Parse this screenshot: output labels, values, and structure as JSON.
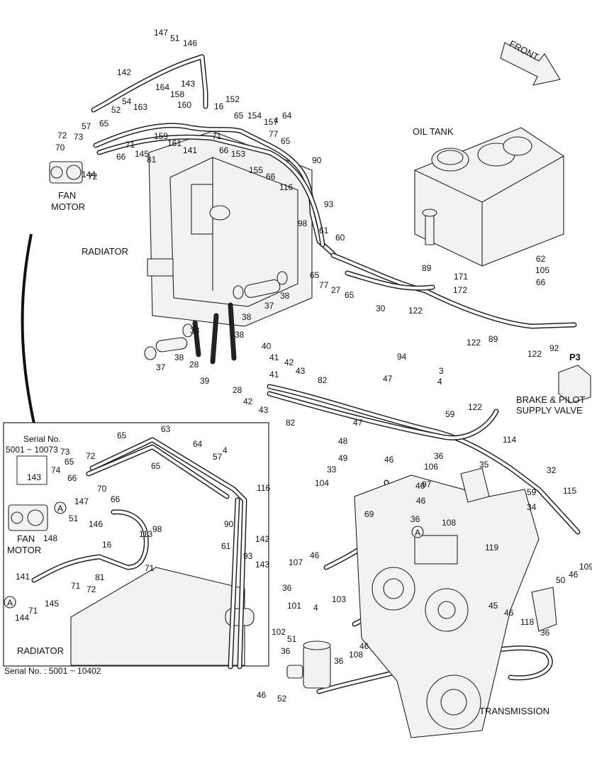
{
  "labels": {
    "front": "FRONT",
    "oil_tank": "OIL TANK",
    "radiator": "RADIATOR",
    "fan_motor_l1": "FAN",
    "fan_motor_l2": "MOTOR",
    "brake_valve_l1": "BRAKE & PILOT",
    "brake_valve_l2": "SUPPLY VALVE",
    "port_p3": "P3",
    "transmission": "TRANSMISSION",
    "inset_serial_l1": "Serial No.",
    "inset_serial_l2": "5001 ~ 10073",
    "inset_fan_l1": "FAN",
    "inset_fan_l2": "MOTOR",
    "inset_radiator": "RADIATOR",
    "inset_footer": "Serial No. : 5001 ~ 10402",
    "inset_box_part": "143",
    "marker_a": "A"
  },
  "callouts": [
    "147",
    "51",
    "146",
    "142",
    "164",
    "158",
    "143",
    "152",
    "16",
    "54",
    "163",
    "160",
    "52",
    "57",
    "65",
    "72",
    "73",
    "70",
    "66",
    "71",
    "145",
    "144",
    "72",
    "159",
    "161",
    "81",
    "141",
    "71",
    "66",
    "153",
    "65",
    "154",
    "157",
    "4",
    "64",
    "77",
    "65",
    "155",
    "66",
    "90",
    "116",
    "93",
    "98",
    "61",
    "60",
    "65",
    "77",
    "27",
    "65",
    "30",
    "89",
    "122",
    "171",
    "172",
    "62",
    "105",
    "66",
    "122",
    "89",
    "122",
    "92",
    "38",
    "37",
    "38",
    "38",
    "38",
    "37",
    "38",
    "39",
    "28",
    "40",
    "28",
    "41",
    "42",
    "43",
    "41",
    "42",
    "43",
    "82",
    "82",
    "94",
    "3",
    "4",
    "47",
    "47",
    "48",
    "49",
    "33",
    "104",
    "122",
    "59",
    "114",
    "46",
    "106",
    "36",
    "35",
    "32",
    "46",
    "97",
    "69",
    "46",
    "36",
    "108",
    "119",
    "59",
    "34",
    "115",
    "107",
    "46",
    "36",
    "103",
    "4",
    "101",
    "102",
    "51",
    "46",
    "108",
    "36",
    "36",
    "45",
    "46",
    "118",
    "36",
    "50",
    "46",
    "109",
    "46",
    "52",
    "65",
    "63",
    "64",
    "4",
    "57",
    "73",
    "65",
    "72",
    "74",
    "66",
    "70",
    "147",
    "51",
    "146",
    "66",
    "65",
    "116",
    "90",
    "142",
    "148",
    "16",
    "113",
    "98",
    "61",
    "93",
    "143",
    "71",
    "141",
    "71",
    "81",
    "72",
    "144",
    "71",
    "145"
  ]
}
